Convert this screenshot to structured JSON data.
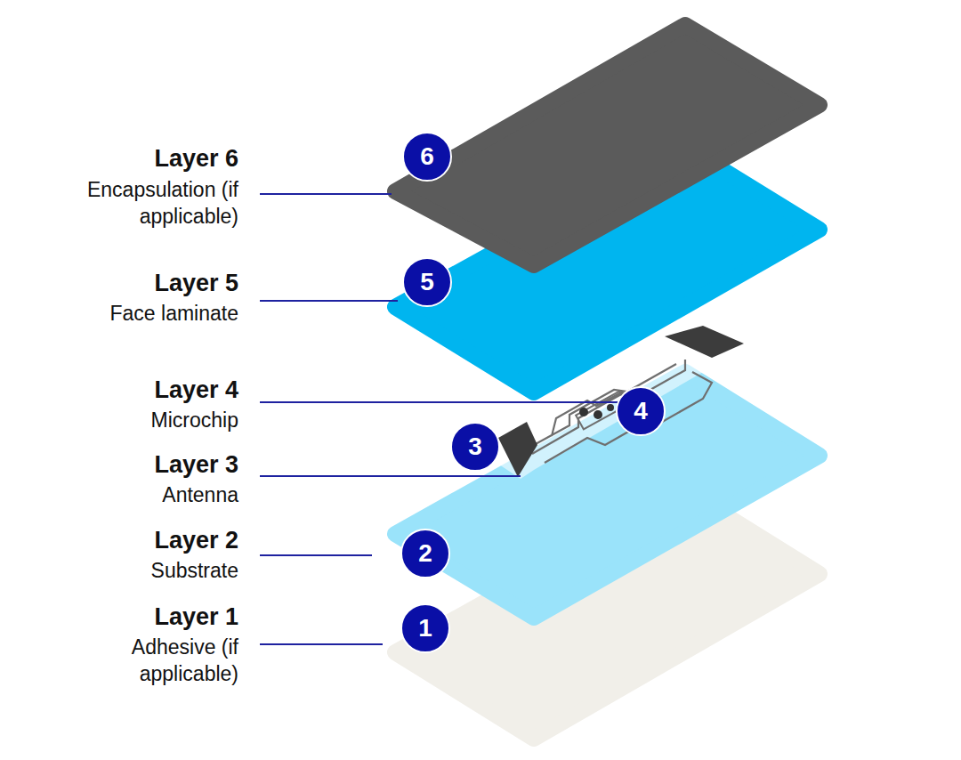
{
  "diagram": {
    "nodes": [
      {
        "text": [
          "6"
        ]
      },
      {
        "text": [
          "5"
        ]
      },
      {
        "text": [
          "4"
        ]
      },
      {
        "text": [
          "3"
        ]
      },
      {
        "text": [
          "2"
        ]
      },
      {
        "text": [
          "1"
        ]
      }
    ],
    "labels": [
      "Layer 6",
      "Encapsulation (if applicable)",
      "Layer 5",
      "Face laminate",
      "Layer 4",
      "Microchip",
      "Layer 3",
      "Antenna",
      "Layer 2",
      "Substrate",
      "Layer 1",
      "Adhesive (if applicable)"
    ]
  }
}
